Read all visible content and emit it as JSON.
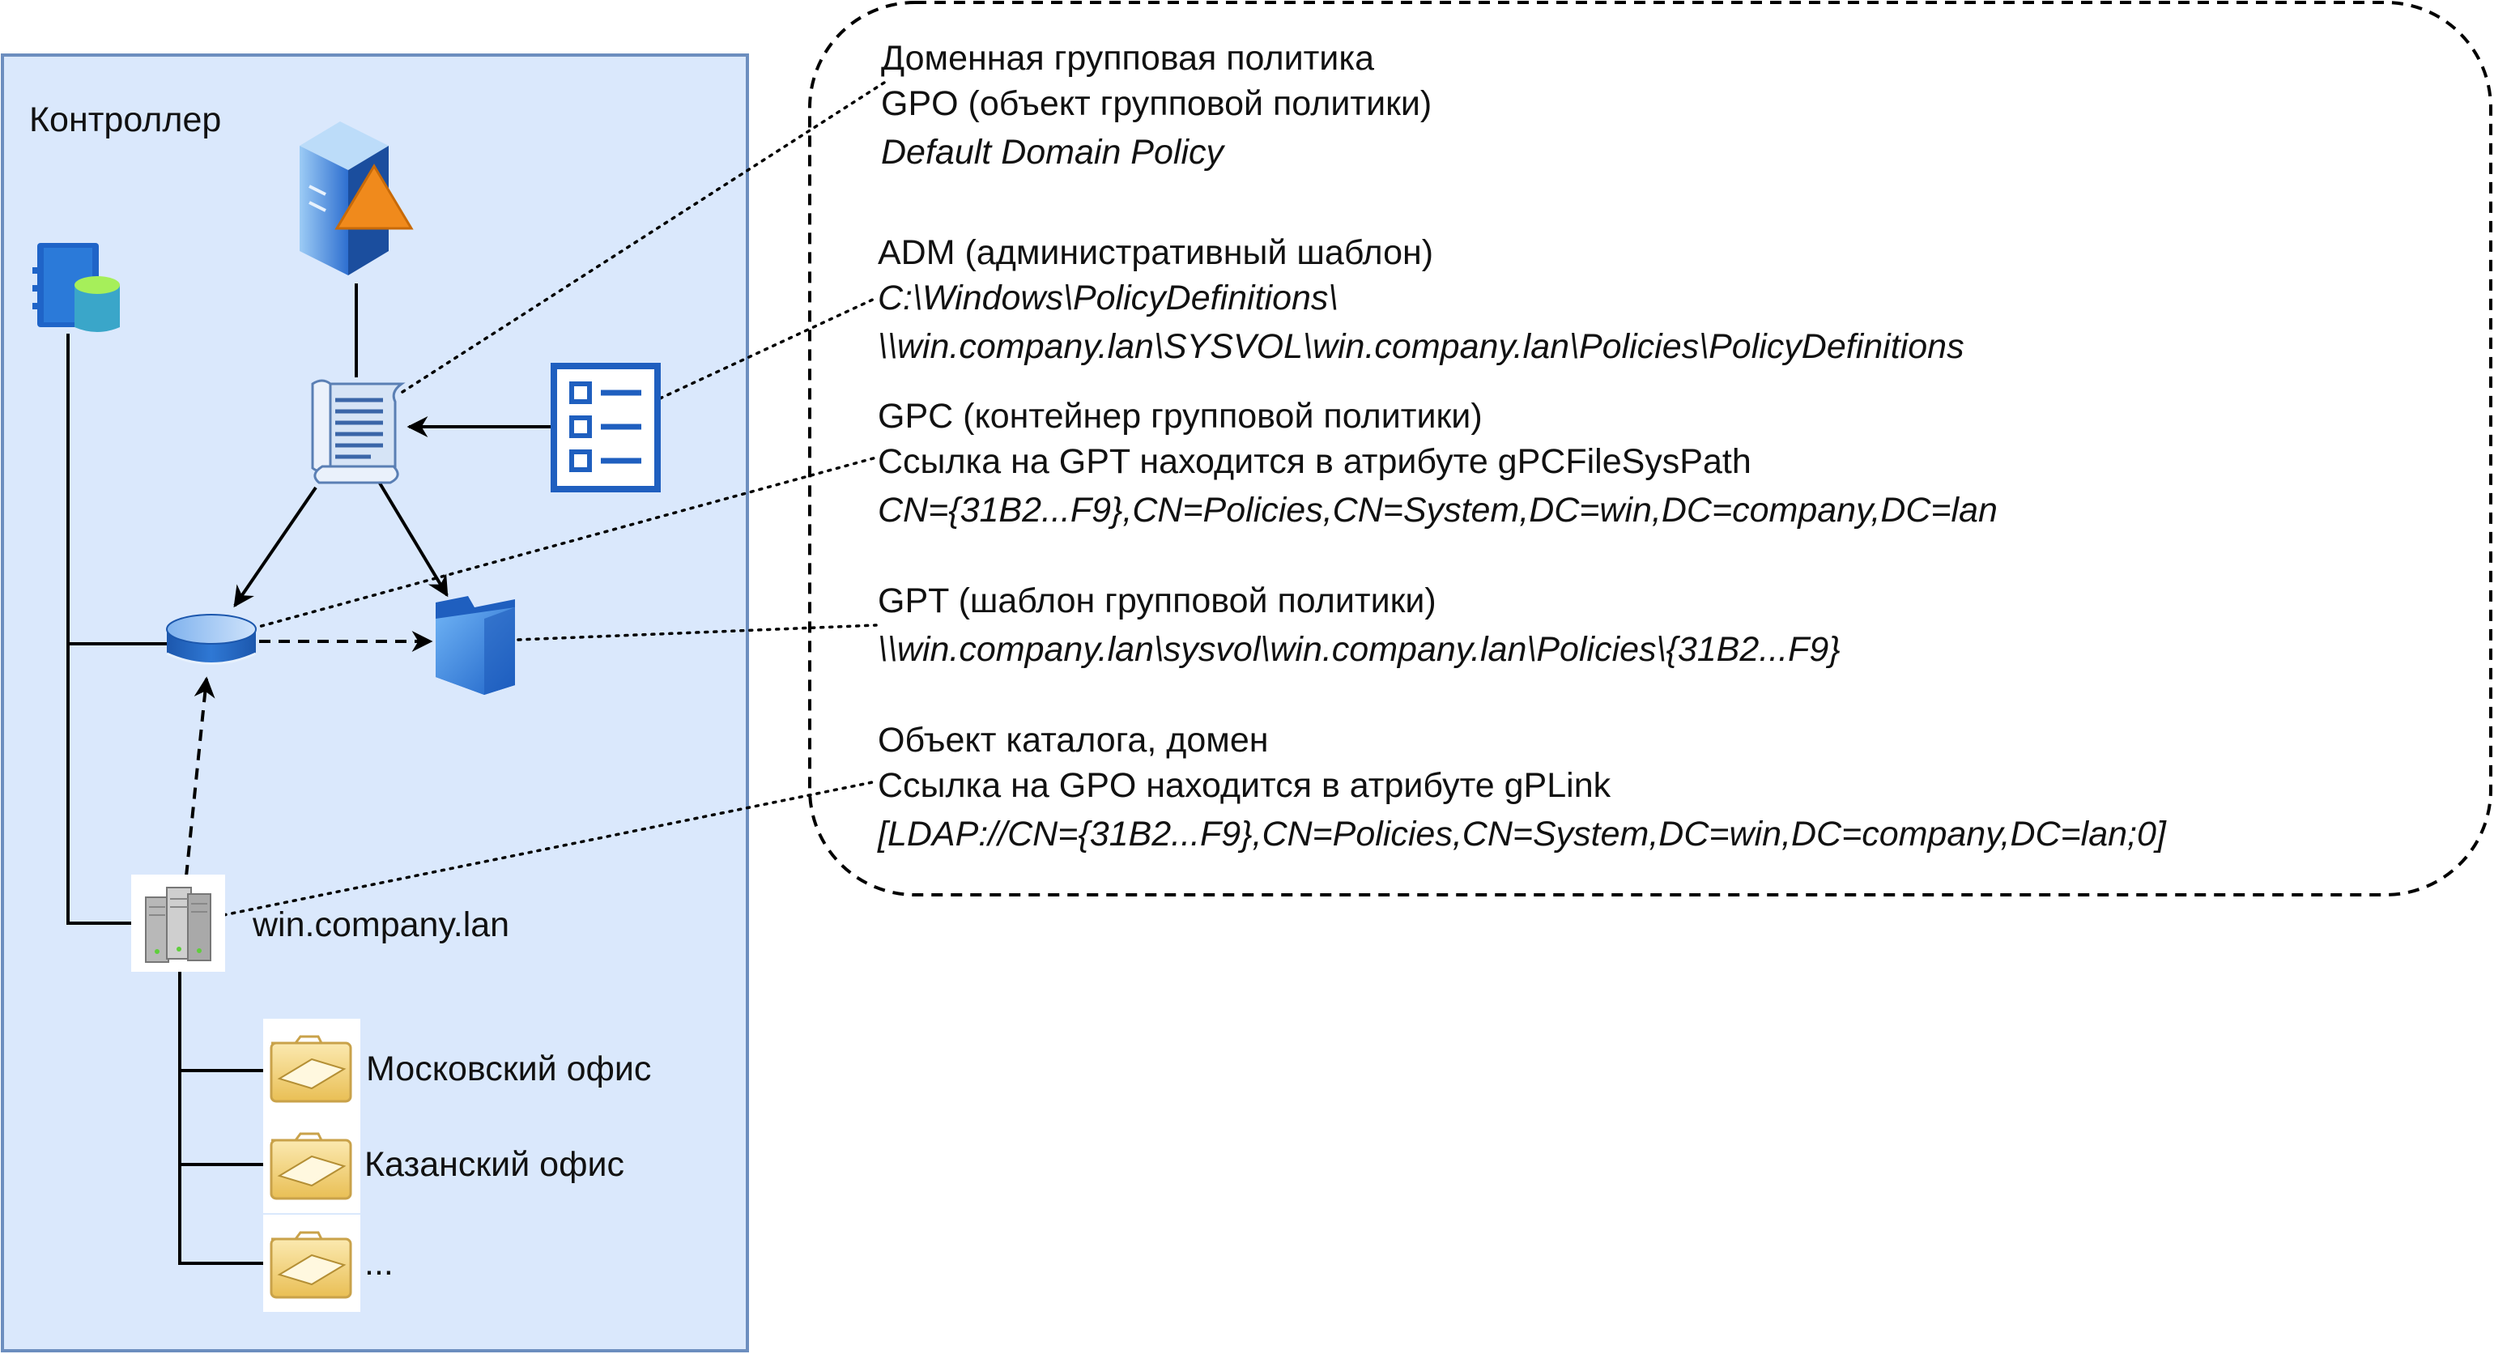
{
  "controller": {
    "title": "Контроллер"
  },
  "domain": {
    "name": "win.company.lan",
    "ous": [
      "Московский офис",
      "Казанский офис",
      "..."
    ]
  },
  "notes": {
    "gpo": {
      "line1": "Доменная групповая политика",
      "line2": "GPO (объект групповой политики)",
      "line3": "Default Domain Policy"
    },
    "adm": {
      "line1": "ADM (административный шаблон)",
      "line2": "C:\\Windows\\PolicyDefinitions\\",
      "line3": "\\\\win.company.lan\\SYSVOL\\win.company.lan\\Policies\\PolicyDefinitions"
    },
    "gpc": {
      "line1": "GPC (контейнер групповой политики)",
      "line2": "Ссылка на GPT находится в атрибуте gPCFileSysPath",
      "line3": "CN={31B2...F9},CN=Policies,CN=System,DC=win,DC=company,DC=lan"
    },
    "gpt": {
      "line1": "GPT (шаблон групповой политики)",
      "line2": "\\\\win.company.lan\\sysvol\\win.company.lan\\Policies\\{31B2...F9}"
    },
    "dir": {
      "line1": "Объект каталога, домен",
      "line2": "Ссылка на GPO находится  в атрибуте gPLink",
      "line3": "[LDAP://CN={31B2...F9},CN=Policies,CN=System,DC=win,DC=company,DC=lan;0]"
    }
  },
  "colors": {
    "container_fill": "#dae8fc",
    "container_stroke": "#6c8ebf",
    "icon_blue": "#1f5fbf",
    "icon_orange": "#f08a1c",
    "folder_yellow": "#f3d27a"
  },
  "icons": [
    "server-warning-icon",
    "addressbook-database-icon",
    "policy-scroll-icon",
    "checklist-icon",
    "database-icon",
    "folder-icon",
    "domain-servers-icon",
    "ou-folder-icon"
  ]
}
